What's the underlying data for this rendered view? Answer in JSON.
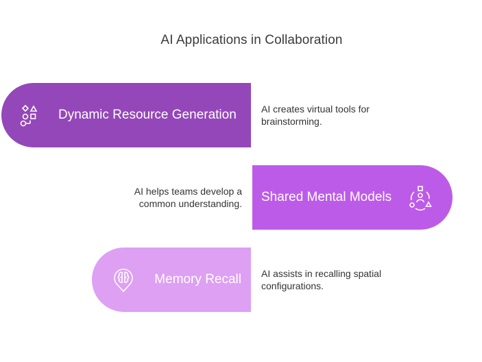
{
  "title": "AI Applications in Collaboration",
  "items": [
    {
      "label": "Dynamic Resource Generation",
      "description_line1": "AI creates virtual tools for",
      "description_line2": "brainstorming.",
      "icon": "shapes-icon",
      "color": "#9447b9"
    },
    {
      "label": "Shared Mental Models",
      "description_line1": "AI helps teams develop a",
      "description_line2": "common understanding.",
      "icon": "team-network-icon",
      "color": "#bd5be9"
    },
    {
      "label": "Memory Recall",
      "description_line1": "AI assists in recalling spatial",
      "description_line2": "configurations.",
      "icon": "brain-location-icon",
      "color": "#dda0f3"
    }
  ]
}
